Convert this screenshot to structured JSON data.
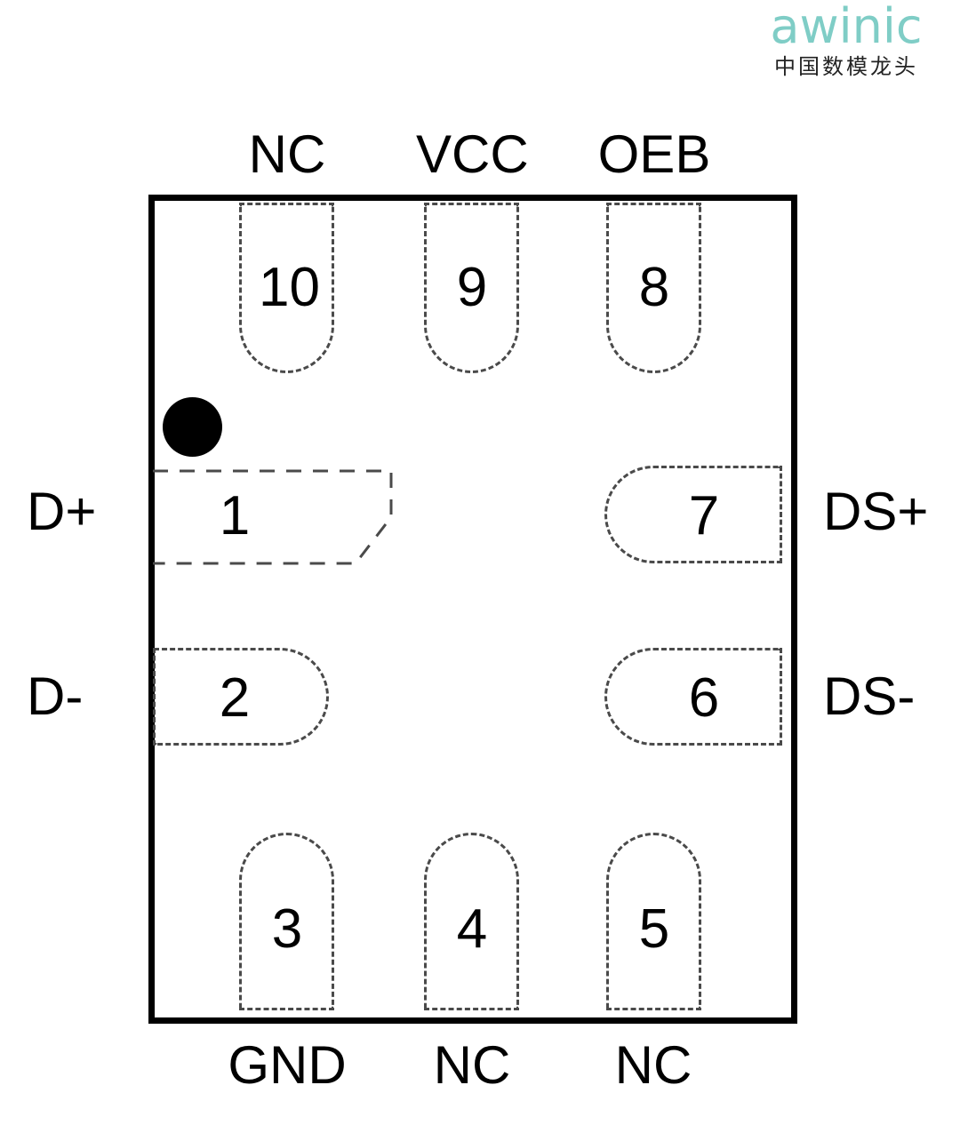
{
  "logo": {
    "wordmark": "awinic",
    "tagline": "中国数模龙头",
    "color": "#7FCDC6"
  },
  "diagram": {
    "title": "",
    "package_outline_color": "#000000",
    "pad_outline_color": "#4a4a4a",
    "pin1_marker": "pin1-dot"
  },
  "pins": {
    "top": [
      {
        "number": "10",
        "label": "NC"
      },
      {
        "number": "9",
        "label": "VCC"
      },
      {
        "number": "8",
        "label": "OEB"
      }
    ],
    "left": [
      {
        "number": "1",
        "label": "D+"
      },
      {
        "number": "2",
        "label": "D-"
      }
    ],
    "right": [
      {
        "number": "7",
        "label": "DS+"
      },
      {
        "number": "6",
        "label": "DS-"
      }
    ],
    "bottom": [
      {
        "number": "3",
        "label": "GND"
      },
      {
        "number": "4",
        "label": "NC"
      },
      {
        "number": "5",
        "label": "NC"
      }
    ]
  }
}
